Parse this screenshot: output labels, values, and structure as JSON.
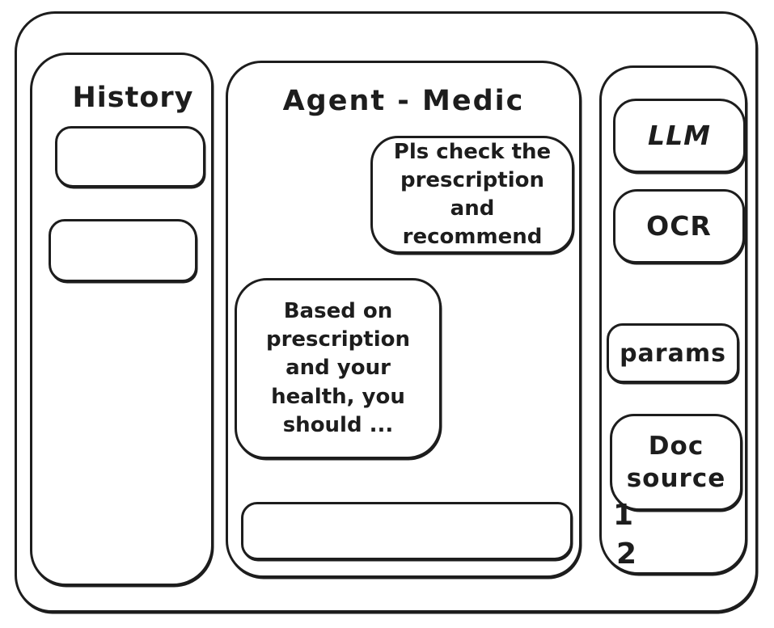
{
  "theme": {
    "background": "#ffffff",
    "ink": "#1d1d1d"
  },
  "history_panel": {
    "title": "History",
    "item_count": 2
  },
  "chat_panel": {
    "title": "Agent - Medic",
    "messages": [
      {
        "role": "user",
        "text": "Pls check the prescription and recommend"
      },
      {
        "role": "assistant",
        "text": "Based on prescription and your health, you should ..."
      }
    ],
    "input_value": ""
  },
  "tools_panel": {
    "llm_label": "LLM",
    "ocr_label": "OCR",
    "params_label": "params",
    "doc_source_label": "Doc source",
    "doc_source_items": [
      "1",
      "2"
    ]
  }
}
